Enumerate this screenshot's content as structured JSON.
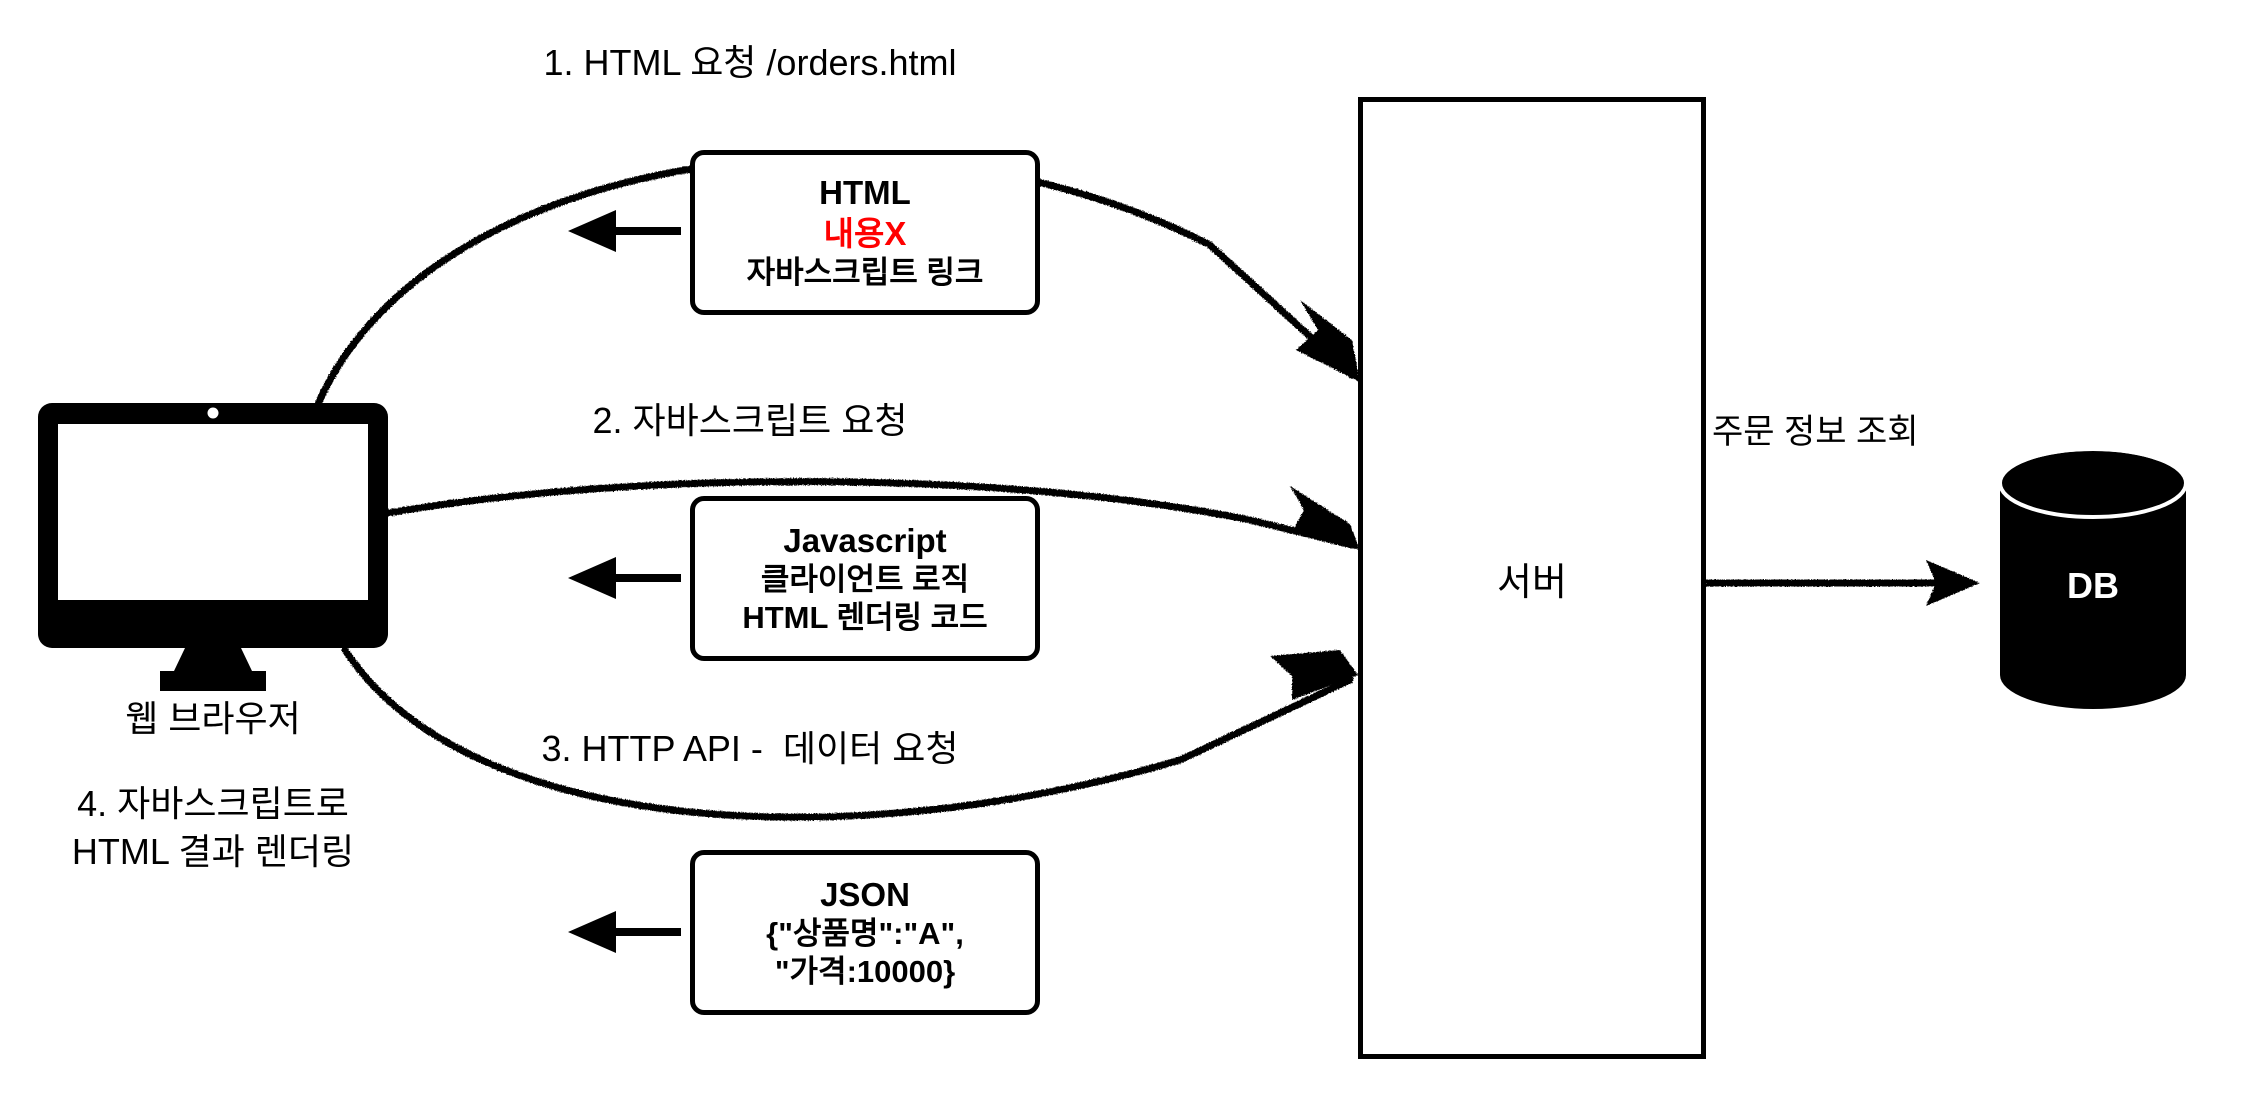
{
  "diagram": {
    "title_implicit": "SPA / CSR 웹 요청 흐름도",
    "accent_color": "#ff0000",
    "line_color": "#000000",
    "background": "#ffffff"
  },
  "client": {
    "icon": "desktop-monitor-icon",
    "caption": "웹 브라우저",
    "note_line1": "4. 자바스크립트로",
    "note_line2": "HTML 결과 렌더링"
  },
  "server": {
    "label": "서버"
  },
  "database": {
    "label": "DB",
    "query_label": "주문 정보 조회"
  },
  "flows": [
    {
      "id": "flow-1",
      "label": "1. HTML 요청 /orders.html"
    },
    {
      "id": "flow-2",
      "label": "2. 자바스크립트 요청"
    },
    {
      "id": "flow-3",
      "label": "3. HTTP API -  데이터 요청"
    }
  ],
  "payloads": [
    {
      "id": "payload-html",
      "title": "HTML",
      "accent": "내용X",
      "detail": "자바스크립트 링크"
    },
    {
      "id": "payload-javascript",
      "title": "Javascript",
      "line2": "클라이언트 로직",
      "line3": "HTML 렌더링 코드"
    },
    {
      "id": "payload-json",
      "title": "JSON",
      "line2": "{\"상품명\":\"A\",",
      "line3": "\"가격:10000}"
    }
  ]
}
